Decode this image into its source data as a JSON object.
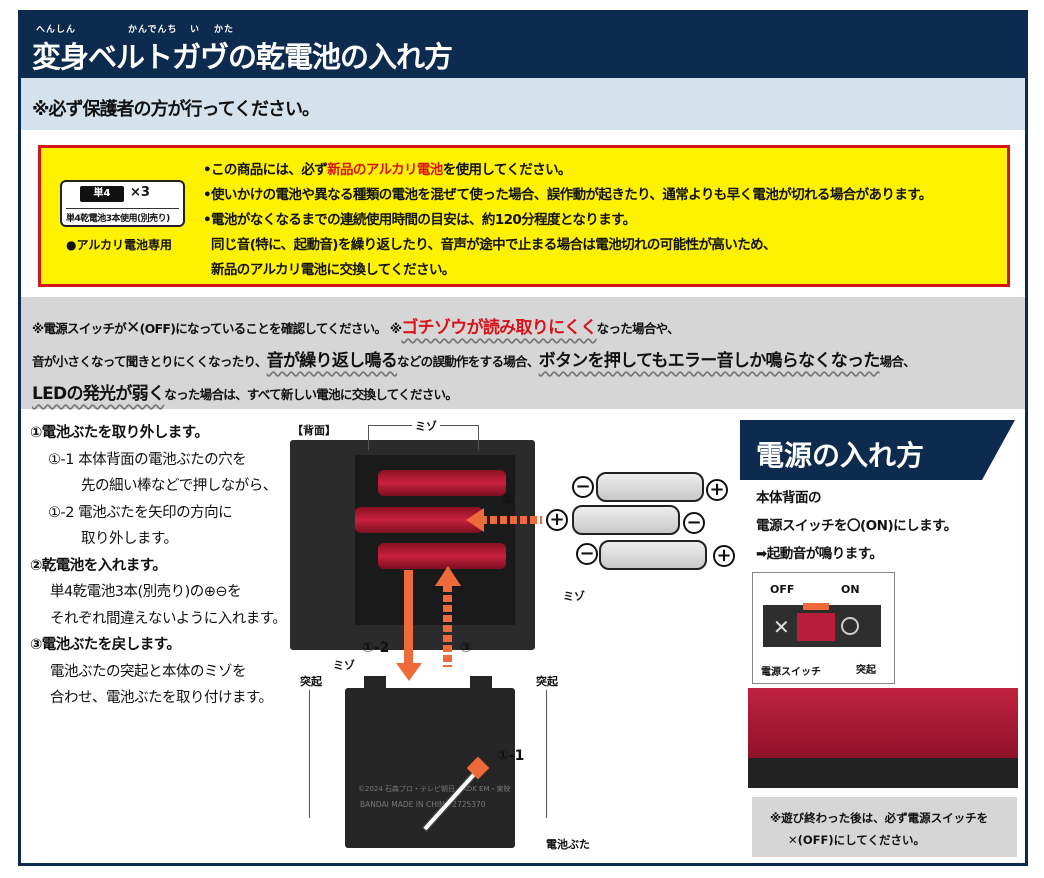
{
  "title": "変身ベルトガヴの乾電池の入れ方",
  "title_ruby": [
    "へんしん",
    "かんでんち",
    "い",
    "かた"
  ],
  "caution": "※必ず保護者の方が行ってください。",
  "battery_badge": {
    "cell": "単4",
    "count": "×3",
    "sub": "単4乾電池3本使用(別売り)",
    "alkaline": "●アルカリ電池専用"
  },
  "yellow_box": {
    "l1a": "•この商品には、必ず",
    "l1red": "新品のアルカリ電池",
    "l1b": "を使用してください。",
    "l2": "•使いかけの電池や異なる種類の電池を混ぜて使った場合、誤作動が起きたり、通常よりも早く電池が切れる場合があります。",
    "l3": "•電池がなくなるまでの連続使用時間の目安は、約120分程度となります。",
    "l4": "同じ音(特に、起動音)を繰り返したり、音声が途中で止まる場合は電池切れの可能性が高いため、",
    "l5": "新品のアルカリ電池に交換してください。"
  },
  "gray_band": {
    "a1": "※電源スイッチが",
    "a2": "✕",
    "a3": "(OFF)になっていることを確認してください。 ※",
    "a4": "ゴチゾウが読み取りにくく",
    "a5": "なった場合や、",
    "b1": "音が小さくなって聞きとりにくくなったり、",
    "b2": "音が繰り返し鳴る",
    "b3": "などの誤動作をする場合、",
    "b4": "ボタンを押してもエラー音しか鳴らなくなった",
    "b5": "場合、",
    "c1": "LEDの発光が弱く",
    "c2": "なった場合は、すべて新しい電池に交換してください。"
  },
  "steps": [
    "①電池ぶたを取り外します。",
    "①-1 本体背面の電池ぶたの穴を",
    "先の細い棒などで押しながら、",
    "①-2 電池ぶたを矢印の方向に",
    "取り外します。",
    "②乾電池を入れます。",
    "単4乾電池3本(別売り)の⊕⊖を",
    "それぞれ間違えないように入れます。",
    "③電池ぶたを戻します。",
    "電池ぶたの突起と本体のミゾを",
    "合わせ、電池ぶたを取り付けます。"
  ],
  "diagram": {
    "back": "【背面】",
    "groove": "ミゾ",
    "protrusion": "突起",
    "cover": "電池ぶた",
    "s1_1": "①-1",
    "s1_2": "①-2",
    "s2": "②",
    "s3": "③",
    "plus": "+",
    "minus": "−",
    "copyright": "©2024 石森プロ・テレビ朝日・ADK EM・東映",
    "made": "BANDAI MADE IN CHINA 2725370"
  },
  "power": {
    "title": "電源の入れ方",
    "l1": "本体背面の",
    "l2": "電源スイッチを〇(ON)にします。",
    "l3": "➡起動音が鳴ります。",
    "off": "OFF",
    "on": "ON",
    "switch": "電源スイッチ",
    "protrusion": "突起",
    "note1": "※遊び終わった後は、必ず電源スイッチを",
    "note2": "✕(OFF)にしてください。"
  },
  "colors": {
    "navy": "#0d2b4e",
    "accent_red": "#d7141a",
    "yellow": "#fff200",
    "arrow": "#ef6a3a"
  }
}
